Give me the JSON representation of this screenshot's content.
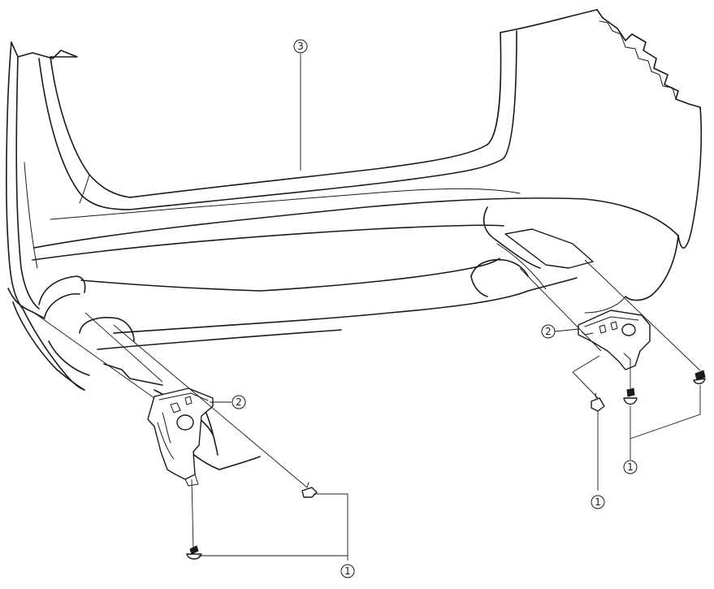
{
  "callouts": {
    "fastener_bottom_left": "1",
    "fastener_bottom_right_a": "1",
    "fastener_bottom_right_b": "1",
    "bracket_left": "2",
    "bracket_right": "2",
    "bumper": "3"
  }
}
